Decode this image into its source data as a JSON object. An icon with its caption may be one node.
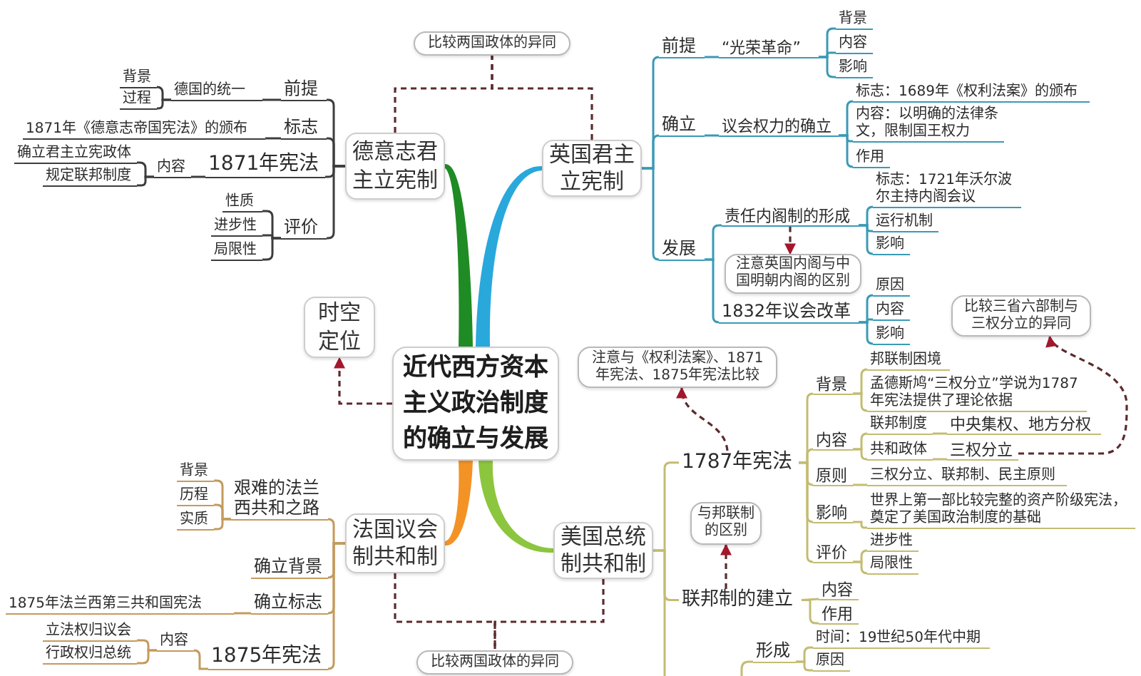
{
  "diagram": {
    "nodes": [
      {
        "text": [
          "近代西方资本主义政治制度的确立与发展"
        ]
      },
      {
        "text": [
          "德意志君主立宪制"
        ]
      },
      {
        "text": [
          "前提"
        ]
      },
      {
        "text": [
          "德国的统一"
        ]
      },
      {
        "text": [
          "背景"
        ]
      },
      {
        "text": [
          "过程"
        ]
      },
      {
        "text": [
          "标志"
        ]
      },
      {
        "text": [
          "1871年《德意志帝国宪法》的颁布"
        ]
      },
      {
        "text": [
          "1871年宪法"
        ]
      },
      {
        "text": [
          "内容"
        ]
      },
      {
        "text": [
          "确立君主立宪政体"
        ]
      },
      {
        "text": [
          "规定联邦制度"
        ]
      },
      {
        "text": [
          "评价"
        ]
      },
      {
        "text": [
          "性质"
        ]
      },
      {
        "text": [
          "进步性"
        ]
      },
      {
        "text": [
          "局限性"
        ]
      },
      {
        "text": [
          "英国君主立宪制"
        ]
      },
      {
        "text": [
          "前提"
        ]
      },
      {
        "text": [
          "“光荣革命”"
        ]
      },
      {
        "text": [
          "背景"
        ]
      },
      {
        "text": [
          "内容"
        ]
      },
      {
        "text": [
          "影响"
        ]
      },
      {
        "text": [
          "确立"
        ]
      },
      {
        "text": [
          "议会权力的确立"
        ]
      },
      {
        "text": [
          "标志：1689年《权利法案》的颁布"
        ]
      },
      {
        "text": [
          "内容：以明确的法律条文，限制国王权力"
        ]
      },
      {
        "text": [
          "作用"
        ]
      },
      {
        "text": [
          "发展"
        ]
      },
      {
        "text": [
          "责任内阁制的形成"
        ]
      },
      {
        "text": [
          "标志：1721年沃尔波尔主持内阁会议"
        ]
      },
      {
        "text": [
          "运行机制"
        ]
      },
      {
        "text": [
          "影响"
        ]
      },
      {
        "text": [
          "注意英国内阁与中国明朝内阁的区别"
        ]
      },
      {
        "text": [
          "1832年议会改革"
        ]
      },
      {
        "text": [
          "原因"
        ]
      },
      {
        "text": [
          "内容"
        ]
      },
      {
        "text": [
          "影响"
        ]
      },
      {
        "text": [
          "比较两国政体的异同"
        ]
      },
      {
        "text": [
          "时空定位"
        ]
      },
      {
        "text": [
          "法国议会制共和制"
        ]
      },
      {
        "text": [
          "艰难的法兰西共和之路"
        ]
      },
      {
        "text": [
          "背景"
        ]
      },
      {
        "text": [
          "历程"
        ]
      },
      {
        "text": [
          "实质"
        ]
      },
      {
        "text": [
          "确立背景"
        ]
      },
      {
        "text": [
          "确立标志"
        ]
      },
      {
        "text": [
          "1875年法兰西第三共和国宪法"
        ]
      },
      {
        "text": [
          "1875年宪法"
        ]
      },
      {
        "text": [
          "内容"
        ]
      },
      {
        "text": [
          "立法权归议会"
        ]
      },
      {
        "text": [
          "行政权归总统"
        ]
      },
      {
        "text": [
          "美国总统制共和制"
        ]
      },
      {
        "text": [
          "1787年宪法"
        ]
      },
      {
        "text": [
          "注意与《权利法案》、1871年宪法、1875年宪法比较"
        ]
      },
      {
        "text": [
          "背景"
        ]
      },
      {
        "text": [
          "邦联制困境"
        ]
      },
      {
        "text": [
          "孟德斯鸠“三权分立”学说为1787年宪法提供了理论依据"
        ]
      },
      {
        "text": [
          "内容"
        ]
      },
      {
        "text": [
          "联邦制度"
        ]
      },
      {
        "text": [
          "中央集权、地方分权"
        ]
      },
      {
        "text": [
          "共和政体"
        ]
      },
      {
        "text": [
          "三权分立"
        ]
      },
      {
        "text": [
          "比较三省六部制与三权分立的异同"
        ]
      },
      {
        "text": [
          "原则"
        ]
      },
      {
        "text": [
          "三权分立、联邦制、民主原则"
        ]
      },
      {
        "text": [
          "影响"
        ]
      },
      {
        "text": [
          "世界上第一部比较完整的资产阶级宪法，奠定了美国政治制度的基础"
        ]
      },
      {
        "text": [
          "评价"
        ]
      },
      {
        "text": [
          "进步性"
        ]
      },
      {
        "text": [
          "局限性"
        ]
      },
      {
        "text": [
          "联邦制的建立"
        ]
      },
      {
        "text": [
          "与邦联制的区别"
        ]
      },
      {
        "text": [
          "内容"
        ]
      },
      {
        "text": [
          "作用"
        ]
      },
      {
        "text": [
          "形成"
        ]
      },
      {
        "text": [
          "时间：19世纪50年代中期"
        ]
      },
      {
        "text": [
          "原因"
        ]
      },
      {
        "text": [
          "比较两国政体的异同"
        ]
      }
    ],
    "edges": [
      {
        "from": 0,
        "to": 1,
        "arrow": "none",
        "style": "thick",
        "color": "#1f8b24"
      },
      {
        "from": 0,
        "to": 16,
        "arrow": "none",
        "style": "thick",
        "color": "#29a8dc"
      },
      {
        "from": 0,
        "to": 39,
        "arrow": "none",
        "style": "thick",
        "color": "#f39325"
      },
      {
        "from": 0,
        "to": 51,
        "arrow": "none",
        "style": "thick",
        "color": "#8cc63e"
      },
      {
        "from": 0,
        "to": 38,
        "arrow": "to",
        "style": "dashed",
        "color": "#5c2b2e"
      },
      {
        "from": 1,
        "to": 37,
        "arrow": "none",
        "style": "dashed",
        "color": "#5c2b2e"
      },
      {
        "from": 16,
        "to": 37,
        "arrow": "none",
        "style": "dashed",
        "color": "#5c2b2e"
      },
      {
        "from": 1,
        "to": 2,
        "arrow": "none",
        "color": "#3d3d3d"
      },
      {
        "from": 1,
        "to": 6,
        "arrow": "none",
        "color": "#3d3d3d"
      },
      {
        "from": 1,
        "to": 8,
        "arrow": "none",
        "color": "#3d3d3d"
      },
      {
        "from": 1,
        "to": 12,
        "arrow": "none",
        "color": "#3d3d3d"
      },
      {
        "from": 2,
        "to": 3,
        "arrow": "none",
        "color": "#3d3d3d"
      },
      {
        "from": 3,
        "to": 4,
        "arrow": "none",
        "color": "#3d3d3d"
      },
      {
        "from": 3,
        "to": 5,
        "arrow": "none",
        "color": "#3d3d3d"
      },
      {
        "from": 6,
        "to": 7,
        "arrow": "none",
        "color": "#3d3d3d"
      },
      {
        "from": 8,
        "to": 9,
        "arrow": "none",
        "color": "#3d3d3d"
      },
      {
        "from": 9,
        "to": 10,
        "arrow": "none",
        "color": "#3d3d3d"
      },
      {
        "from": 9,
        "to": 11,
        "arrow": "none",
        "color": "#3d3d3d"
      },
      {
        "from": 12,
        "to": 13,
        "arrow": "none",
        "color": "#3d3d3d"
      },
      {
        "from": 12,
        "to": 14,
        "arrow": "none",
        "color": "#3d3d3d"
      },
      {
        "from": 12,
        "to": 15,
        "arrow": "none",
        "color": "#3d3d3d"
      },
      {
        "from": 16,
        "to": 17,
        "arrow": "none",
        "color": "#3a9ab5"
      },
      {
        "from": 16,
        "to": 22,
        "arrow": "none",
        "color": "#3a9ab5"
      },
      {
        "from": 16,
        "to": 27,
        "arrow": "none",
        "color": "#3a9ab5"
      },
      {
        "from": 17,
        "to": 18,
        "arrow": "none",
        "color": "#3a9ab5"
      },
      {
        "from": 18,
        "to": 19,
        "arrow": "none",
        "color": "#3a9ab5"
      },
      {
        "from": 18,
        "to": 20,
        "arrow": "none",
        "color": "#3a9ab5"
      },
      {
        "from": 18,
        "to": 21,
        "arrow": "none",
        "color": "#3a9ab5"
      },
      {
        "from": 22,
        "to": 23,
        "arrow": "none",
        "color": "#3a9ab5"
      },
      {
        "from": 23,
        "to": 24,
        "arrow": "none",
        "color": "#3a9ab5"
      },
      {
        "from": 23,
        "to": 25,
        "arrow": "none",
        "color": "#3a9ab5"
      },
      {
        "from": 23,
        "to": 26,
        "arrow": "none",
        "color": "#3a9ab5"
      },
      {
        "from": 27,
        "to": 28,
        "arrow": "none",
        "color": "#3a9ab5"
      },
      {
        "from": 27,
        "to": 33,
        "arrow": "none",
        "color": "#3a9ab5"
      },
      {
        "from": 28,
        "to": 29,
        "arrow": "none",
        "color": "#3a9ab5"
      },
      {
        "from": 28,
        "to": 30,
        "arrow": "none",
        "color": "#3a9ab5"
      },
      {
        "from": 28,
        "to": 31,
        "arrow": "none",
        "color": "#3a9ab5"
      },
      {
        "from": 28,
        "to": 32,
        "arrow": "to",
        "style": "dashed",
        "color": "#5c2b2e"
      },
      {
        "from": 33,
        "to": 34,
        "arrow": "none",
        "color": "#3a9ab5"
      },
      {
        "from": 33,
        "to": 35,
        "arrow": "none",
        "color": "#3a9ab5"
      },
      {
        "from": 33,
        "to": 36,
        "arrow": "none",
        "color": "#3a9ab5"
      },
      {
        "from": 39,
        "to": 40,
        "arrow": "none",
        "color": "#c49a5c"
      },
      {
        "from": 39,
        "to": 44,
        "arrow": "none",
        "color": "#c49a5c"
      },
      {
        "from": 39,
        "to": 45,
        "arrow": "none",
        "color": "#c49a5c"
      },
      {
        "from": 39,
        "to": 47,
        "arrow": "none",
        "color": "#c49a5c"
      },
      {
        "from": 40,
        "to": 41,
        "arrow": "none",
        "color": "#c49a5c"
      },
      {
        "from": 40,
        "to": 42,
        "arrow": "none",
        "color": "#c49a5c"
      },
      {
        "from": 40,
        "to": 43,
        "arrow": "none",
        "color": "#c49a5c"
      },
      {
        "from": 45,
        "to": 46,
        "arrow": "none",
        "color": "#c49a5c"
      },
      {
        "from": 47,
        "to": 48,
        "arrow": "none",
        "color": "#c49a5c"
      },
      {
        "from": 48,
        "to": 49,
        "arrow": "none",
        "color": "#c49a5c"
      },
      {
        "from": 48,
        "to": 50,
        "arrow": "none",
        "color": "#c49a5c"
      },
      {
        "from": 39,
        "to": 77,
        "arrow": "none",
        "style": "dashed",
        "color": "#5c2b2e"
      },
      {
        "from": 51,
        "to": 77,
        "arrow": "none",
        "style": "dashed",
        "color": "#5c2b2e"
      },
      {
        "from": 51,
        "to": 52,
        "arrow": "none"
      },
      {
        "from": 51,
        "to": 70,
        "arrow": "none"
      },
      {
        "from": 51,
        "to": null,
        "arrow": "none"
      },
      {
        "from": 52,
        "to": 53,
        "arrow": "to",
        "style": "dashed",
        "color": "#5c2b2e"
      },
      {
        "from": 52,
        "to": 54,
        "arrow": "none"
      },
      {
        "from": 52,
        "to": 57,
        "arrow": "none"
      },
      {
        "from": 52,
        "to": 63,
        "arrow": "none"
      },
      {
        "from": 52,
        "to": 65,
        "arrow": "none"
      },
      {
        "from": 52,
        "to": 67,
        "arrow": "none"
      },
      {
        "from": 54,
        "to": 55,
        "arrow": "none"
      },
      {
        "from": 54,
        "to": 56,
        "arrow": "none"
      },
      {
        "from": 57,
        "to": 58,
        "arrow": "none"
      },
      {
        "from": 57,
        "to": 60,
        "arrow": "none"
      },
      {
        "from": 58,
        "to": 59,
        "arrow": "none"
      },
      {
        "from": 60,
        "to": 61,
        "arrow": "none"
      },
      {
        "from": 61,
        "to": 62,
        "arrow": "to",
        "style": "dashed",
        "color": "#5c2b2e"
      },
      {
        "from": 63,
        "to": 64,
        "arrow": "none"
      },
      {
        "from": 65,
        "to": 66,
        "arrow": "none"
      },
      {
        "from": 67,
        "to": 68,
        "arrow": "none"
      },
      {
        "from": 67,
        "to": 69,
        "arrow": "none"
      },
      {
        "from": 70,
        "to": 71,
        "arrow": "to",
        "style": "dashed",
        "color": "#5c2b2e"
      },
      {
        "from": 70,
        "to": 72,
        "arrow": "none"
      },
      {
        "from": 70,
        "to": 73,
        "arrow": "none"
      },
      {
        "from": null,
        "to": 74,
        "arrow": "none"
      },
      {
        "from": 74,
        "to": 75,
        "arrow": "none"
      },
      {
        "from": 74,
        "to": 76,
        "arrow": "none"
      }
    ]
  }
}
